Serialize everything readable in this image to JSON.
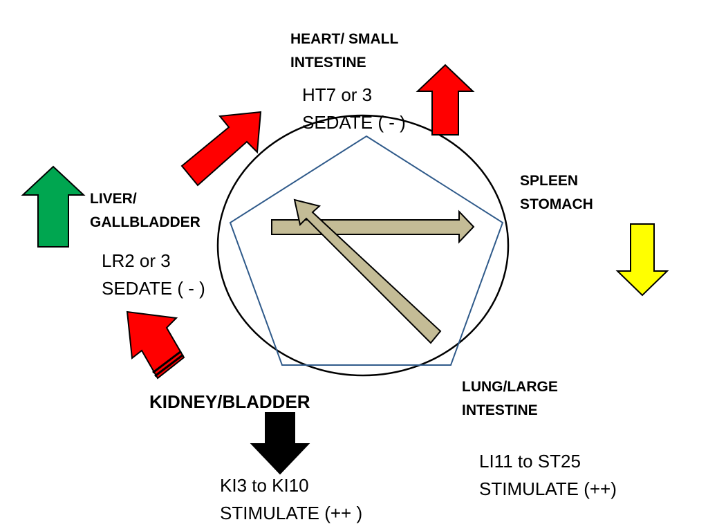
{
  "labels": {
    "heart": {
      "line1": "HEART/ SMALL",
      "line2": "INTESTINE"
    },
    "spleen": {
      "line1": "SPLEEN",
      "line2": "STOMACH"
    },
    "liver": {
      "line1": "LIVER/",
      "line2": "GALLBLADDER"
    },
    "kidney": {
      "line1": "KIDNEY/BLADDER"
    },
    "lung": {
      "line1": "LUNG/LARGE",
      "line2": "INTESTINE"
    }
  },
  "notes": {
    "heart": {
      "line1": "HT7 or 3",
      "line2": "SEDATE ( - )"
    },
    "liver": {
      "line1": "LR2 or 3",
      "line2": "SEDATE ( - )"
    },
    "kidney": {
      "line1": "KI3 to KI10",
      "line2": "STIMULATE (++ )"
    },
    "lung": {
      "line1": "LI11 to ST25",
      "line2": "STIMULATE (++)"
    }
  },
  "colors": {
    "sedate_arrow": "#ff0000",
    "liver_arrow": "#00a650",
    "spleen_arrow": "#ffff00",
    "kidney_arrow": "#000000",
    "inner_arrows": "#c4bc96",
    "pentagon": "#2f5a8a",
    "circle": "#000000"
  }
}
